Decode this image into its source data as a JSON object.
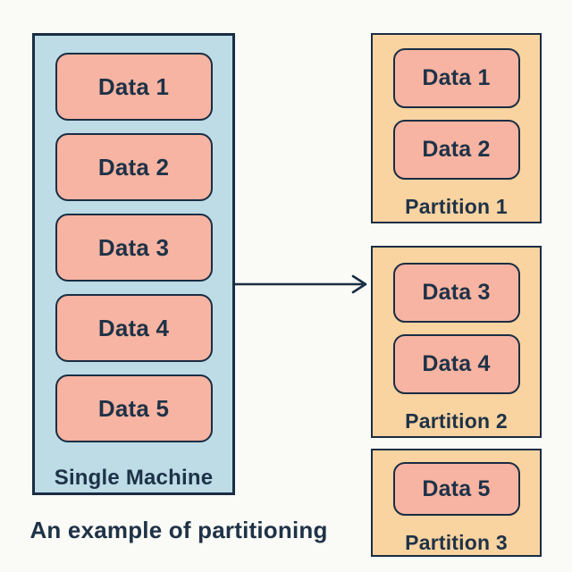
{
  "caption": "An example of partitioning",
  "machine": {
    "label": "Single Machine",
    "items": [
      "Data 1",
      "Data 2",
      "Data 3",
      "Data 4",
      "Data 5"
    ]
  },
  "partitions": [
    {
      "label": "Partition 1",
      "items": [
        "Data 1",
        "Data 2"
      ]
    },
    {
      "label": "Partition 2",
      "items": [
        "Data 3",
        "Data 4"
      ]
    },
    {
      "label": "Partition 3",
      "items": [
        "Data 5"
      ]
    }
  ],
  "colors": {
    "background": "#fafaf6",
    "machine_fill": "#bddce6",
    "data_fill": "#f7b4a2",
    "partition_fill": "#f9d3a0",
    "outline": "#1a2d43",
    "text": "#1e3247"
  }
}
